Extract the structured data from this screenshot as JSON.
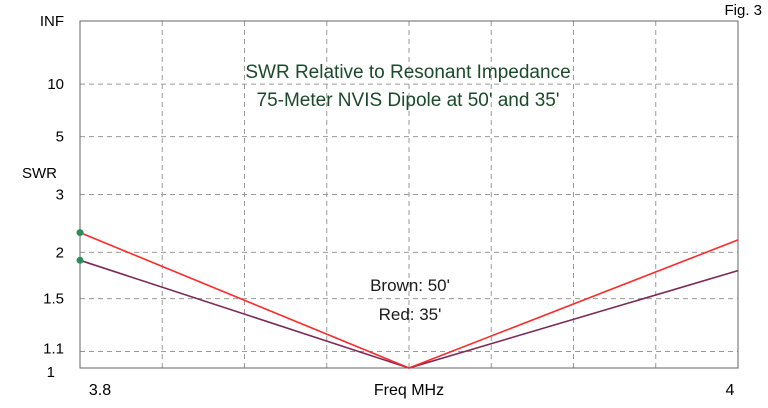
{
  "figure_label": "Fig. 3",
  "chart_data": {
    "type": "line",
    "title": "SWR Relative to Resonant Impedance",
    "subtitle": "75-Meter NVIS Dipole at 50' and 35'",
    "xlabel": "Freq MHz",
    "ylabel": "SWR",
    "x_ticks": [
      "3.8",
      "4"
    ],
    "xlim": [
      3.8,
      4.0
    ],
    "y_scale": "reflection-coefficient",
    "y_ticks": [
      "1",
      "1.1",
      "1.5",
      "2",
      "3",
      "5",
      "10",
      "INF"
    ],
    "ylim": [
      1,
      "INF"
    ],
    "grid": true,
    "annotations": [
      "Brown: 50'",
      "Red: 35'"
    ],
    "series": [
      {
        "color": "#7b2a56",
        "x": [
          3.8,
          3.9,
          4.0
        ],
        "y": [
          1.9,
          1.0,
          1.78
        ]
      },
      {
        "color": "#ff2a2a",
        "x": [
          3.8,
          3.9,
          4.0
        ],
        "y": [
          2.28,
          1.0,
          2.17
        ]
      }
    ],
    "marker_color": "#2e8b57"
  }
}
